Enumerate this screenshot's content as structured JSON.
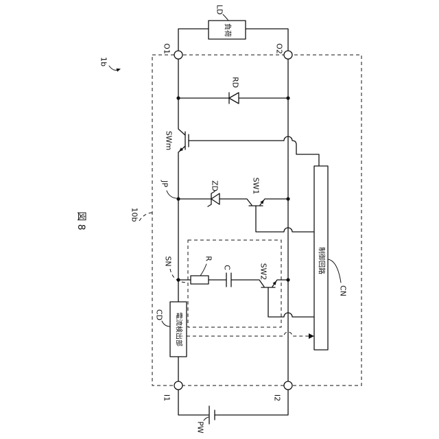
{
  "figure": {
    "figure_label": "図 8",
    "reference": "1b",
    "device": "10b"
  },
  "labels": {
    "load": "LD",
    "load_text": "負荷",
    "terminal_o1": "O1",
    "terminal_o2": "O2",
    "terminal_i1": "I1",
    "terminal_i2": "I2",
    "power": "PW",
    "diode": "RD",
    "main_switch": "SWm",
    "junction": "JP",
    "zener": "ZD",
    "switch_1": "SW1",
    "snubber": "SN",
    "resistor": "R",
    "capacitor": "C",
    "switch_2": "SW2",
    "current_detector": "CD",
    "current_detector_text": "電流検出部",
    "control": "CN",
    "control_text": "制御回路"
  }
}
